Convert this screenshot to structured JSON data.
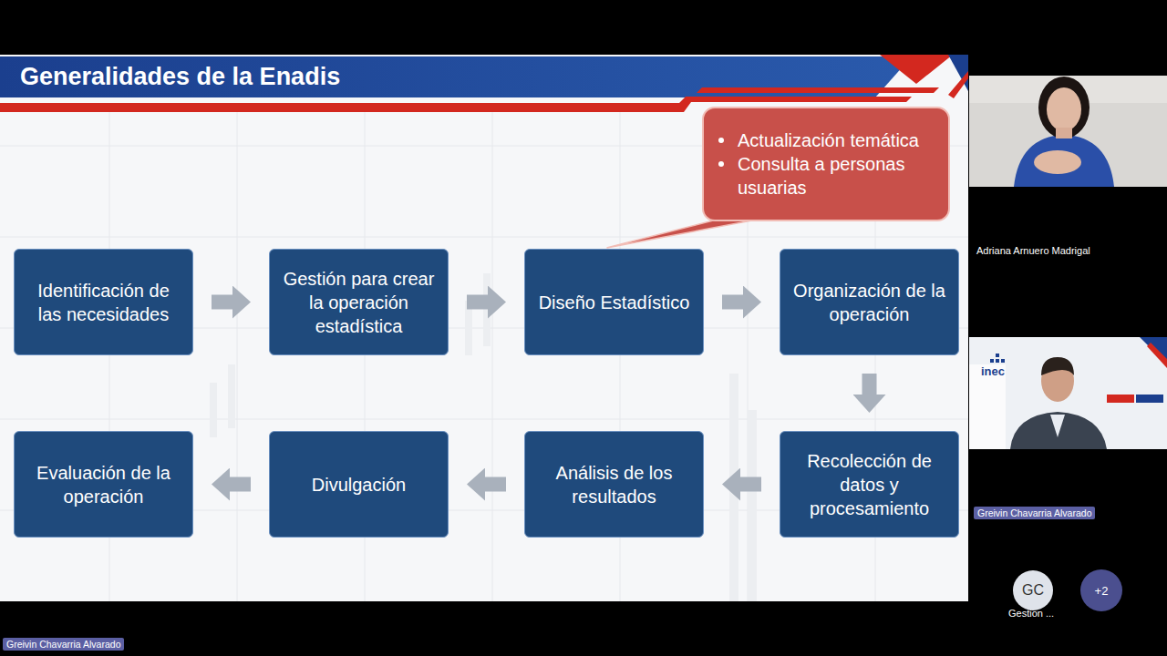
{
  "diagram": {
    "title": "Generalidades de la Enadis",
    "nodes": [
      {
        "text": [
          "Identificación de las necesidades"
        ]
      },
      {
        "text": [
          "Gestión para crear la operación estadística"
        ]
      },
      {
        "text": [
          "Diseño Estadístico"
        ]
      },
      {
        "text": [
          "Organización de la operación"
        ]
      },
      {
        "text": [
          "Recolección de datos y procesamiento"
        ]
      },
      {
        "text": [
          "Análisis de los resultados"
        ]
      },
      {
        "text": [
          "Divulgación"
        ]
      },
      {
        "text": [
          "Evaluación de la operación"
        ]
      },
      {
        "text": [
          "Actualización temática",
          "Consulta a personas usuarias"
        ]
      }
    ],
    "edges": [
      {
        "from": 0,
        "to": 1,
        "arrow": "to"
      },
      {
        "from": 1,
        "to": 2,
        "arrow": "to"
      },
      {
        "from": 2,
        "to": 3,
        "arrow": "to"
      },
      {
        "from": 3,
        "to": 4,
        "arrow": "to"
      },
      {
        "from": 4,
        "to": 5,
        "arrow": "to"
      },
      {
        "from": 5,
        "to": 6,
        "arrow": "to"
      },
      {
        "from": 6,
        "to": 7,
        "arrow": "to"
      },
      {
        "from": 8,
        "to": 2,
        "arrow": "none"
      }
    ],
    "labels": [
      "Adriana Arnuero Madrigal",
      "inec",
      "Greivin Chavarria Alvarado",
      "GC",
      "+2",
      "Gestion ...",
      "Greivin Chavarria Alvarado"
    ]
  }
}
